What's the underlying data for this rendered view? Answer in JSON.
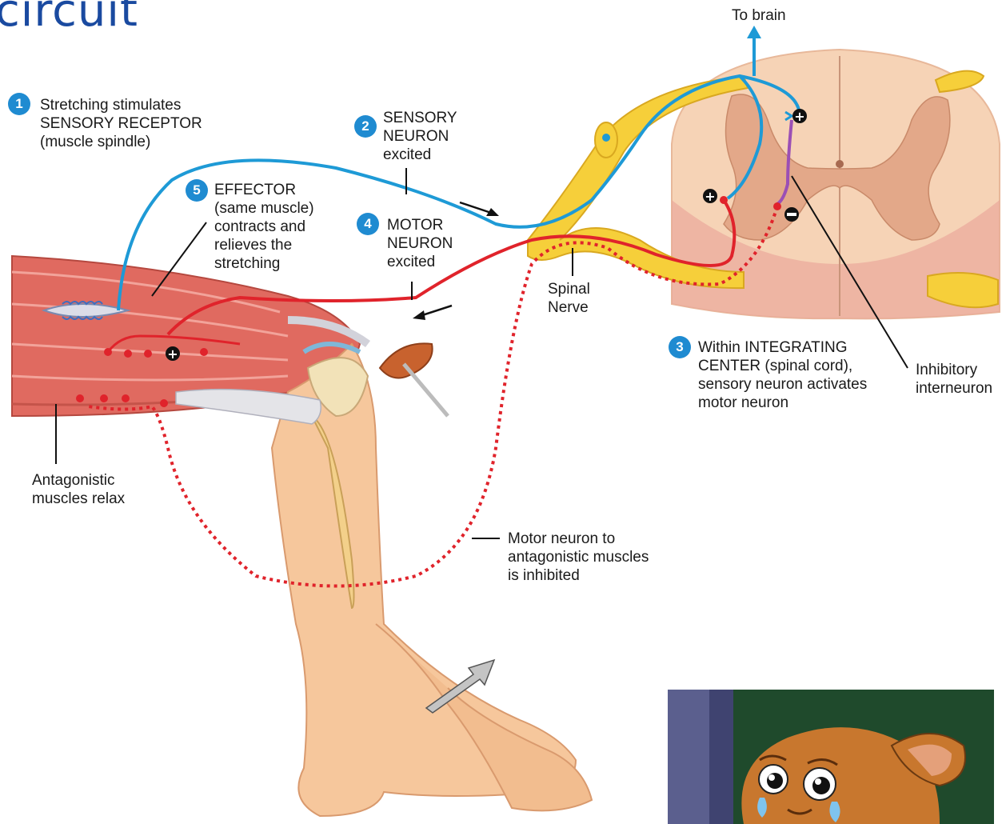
{
  "title": "circuit",
  "labels": {
    "step1": {
      "number": "1",
      "lines": [
        "Stretching stimulates",
        "SENSORY RECEPTOR",
        "(muscle spindle)"
      ]
    },
    "step2": {
      "number": "2",
      "lines": [
        "SENSORY",
        "NEURON",
        "excited"
      ]
    },
    "step3": {
      "number": "3",
      "lines": [
        "Within INTEGRATING",
        "CENTER (spinal cord),",
        "sensory neuron activates",
        "motor neuron"
      ]
    },
    "step4": {
      "number": "4",
      "lines": [
        "MOTOR",
        "NEURON",
        "excited"
      ]
    },
    "step5": {
      "number": "5",
      "lines": [
        "EFFECTOR",
        "(same muscle)",
        "contracts and",
        "relieves the",
        "stretching"
      ]
    },
    "to_brain": "To brain",
    "spinal_nerve": [
      "Spinal",
      "Nerve"
    ],
    "inhibitory_interneuron": [
      "Inhibitory",
      "interneuron"
    ],
    "antagonistic": [
      "Antagonistic",
      "muscles relax"
    ],
    "motor_inhibited": [
      "Motor neuron to",
      "antagonistic muscles",
      "is inhibited"
    ]
  },
  "colors": {
    "sensory": "#1e9ad6",
    "motor": "#e0232b",
    "interneuron": "#9b4fb5",
    "nerve": "#f6cf3a",
    "muscle": "#e06a60",
    "skin": "#f6c79c",
    "spinal_cord": "#f6d3b6",
    "title": "#1a4aa0",
    "badge": "#1f8bd1"
  }
}
